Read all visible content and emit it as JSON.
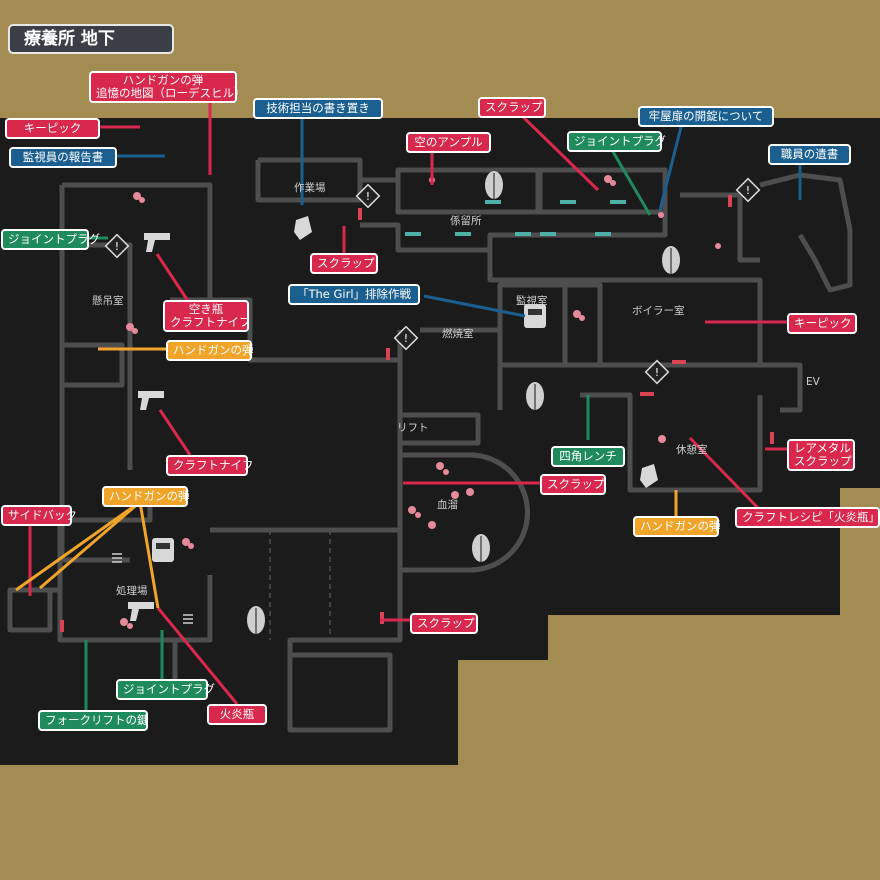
{
  "title": "療養所 地下",
  "colors": {
    "item": "#d8284d",
    "document": "#1a5f8f",
    "part": "#1f8a5c",
    "ammo": "#f0a52a",
    "floor": "#1b1b1b",
    "background": "#a38c52"
  },
  "rooms": {
    "sagyoba": "作業場",
    "koryusho": "係留所",
    "kanshishitsu": "監視室",
    "boiler": "ボイラー室",
    "tsuritsuri": "懸吊室",
    "shokyaku": "燃焼室",
    "ev": "EV",
    "lift": "リフト",
    "kyukei": "休憩室",
    "yuketsu": "血溜",
    "shoriba": "処理場"
  },
  "labels": {
    "handgun_top_1": "ハンドガンの弾",
    "handgun_top_2": "追憶の地図（ローデスヒル）",
    "keypick_1": "キーピック",
    "kanshiin": "監視員の報告書",
    "gijutsu": "技術担当の書き置き",
    "scrap_top": "スクラップ",
    "kara_ampoule": "空のアンプル",
    "jointplug_top": "ジョイントプラグ",
    "rouya": "牢屋扉の開錠について",
    "shokuin": "職員の遺書",
    "jointplug_left": "ジョイントプラグ",
    "scrap_mid": "スクラップ",
    "the_girl": "「The Girl」排除作戦",
    "akibin_1": "空き瓶",
    "akibin_2": "クラフトナイフ",
    "keypick_2": "キーピック",
    "handgun_mid": "ハンドガンの弾",
    "craftknife": "クラフトナイフ",
    "yonkaku": "四角レンチ",
    "raremetal_1": "レアメタル",
    "raremetal_2": "スクラップ",
    "handgun_lower": "ハンドガンの弾",
    "scrap_lower": "スクラップ",
    "sidebag": "サイドバック",
    "handgun_right": "ハンドガンの弾",
    "craftrecipe": "クラフトレシピ「火炎瓶」",
    "scrap_bottom": "スクラップ",
    "jointplug_bottom": "ジョイントプラグ",
    "kaenbin": "火炎瓶",
    "forklift": "フォークリフトの鍵"
  },
  "icons": {
    "save": "typewriter-icon",
    "gun": "handgun-icon",
    "danger": "exclamation-diamond-icon",
    "herb": "herb-icon",
    "item": "red-item-cluster-icon",
    "backpack": "backpack-icon",
    "stairs": "stairs-icon"
  }
}
